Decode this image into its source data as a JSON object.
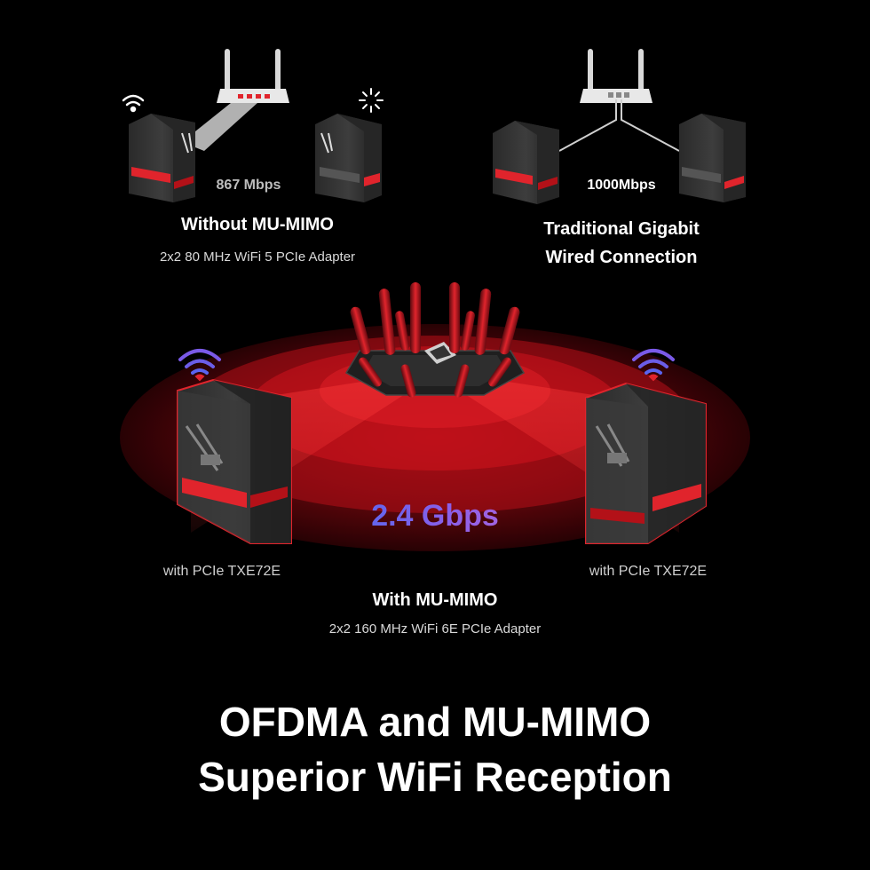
{
  "top_left": {
    "speed": "867 Mbps",
    "title": "Without MU-MIMO",
    "subtitle": "2x2 80 MHz WiFi 5 PCIe Adapter"
  },
  "top_right": {
    "speed": "1000Mbps",
    "title_line1": "Traditional Gigabit",
    "title_line2": "Wired Connection"
  },
  "center": {
    "speed": "2.4 Gbps",
    "left_label": "with PCIe TXE72E",
    "right_label": "with PCIe TXE72E",
    "title": "With MU-MIMO",
    "subtitle": "2x2 160 MHz WiFi 6E PCIe Adapter"
  },
  "headline": {
    "line1": "OFDMA and MU-MIMO",
    "line2": "Superior WiFi Reception"
  },
  "colors": {
    "background": "#000000",
    "accent_red": "#e01b24",
    "wifi_blue": "#4a6cf0",
    "wifi_purple": "#b266e0"
  },
  "icons": [
    "wifi-icon",
    "loading-spinner-icon",
    "router-icon",
    "pc-tower-icon"
  ]
}
